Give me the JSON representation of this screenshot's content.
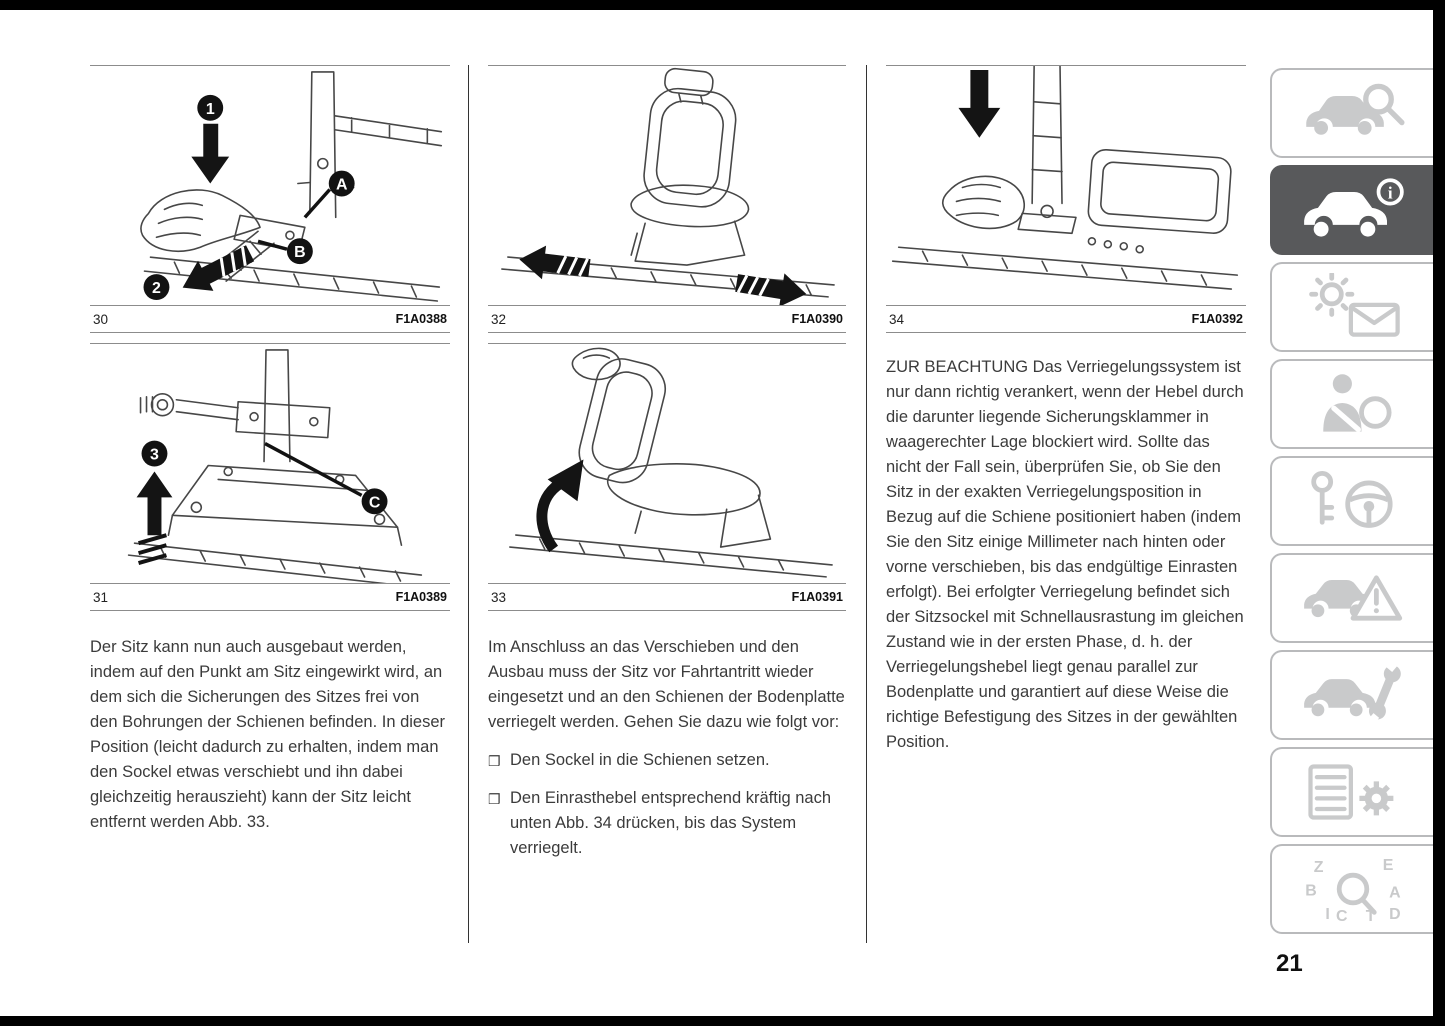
{
  "page_number": "21",
  "figures": {
    "fig30": {
      "number": "30",
      "code": "F1A0388",
      "callouts": {
        "n1": "1",
        "n2": "2",
        "a": "A",
        "b": "B"
      }
    },
    "fig31": {
      "number": "31",
      "code": "F1A0389",
      "callouts": {
        "n3": "3",
        "c": "C"
      }
    },
    "fig32": {
      "number": "32",
      "code": "F1A0390"
    },
    "fig33": {
      "number": "33",
      "code": "F1A0391"
    },
    "fig34": {
      "number": "34",
      "code": "F1A0392"
    }
  },
  "text": {
    "left_paragraph": "Der Sitz kann nun auch ausgebaut werden, indem auf den Punkt am Sitz eingewirkt wird, an dem sich die Sicherungen des Sitzes frei von den Bohrungen der Schienen befinden. In dieser Position (leicht dadurch zu erhalten, indem man den Sockel etwas verschiebt und ihn dabei gleichzeitig herauszieht) kann der Sitz leicht entfernt werden Abb. 33.",
    "middle_paragraph": "Im Anschluss an das Verschieben und den Ausbau muss der Sitz vor Fahrtantritt wieder eingesetzt und an den Schienen der Bodenplatte verriegelt werden. Gehen Sie dazu wie folgt vor:",
    "bullet_marker": "❒",
    "bullets": [
      "Den Sockel in die Schienen setzen.",
      "Den Einrasthebel entsprechend kräftig nach unten Abb. 34 drücken, bis das System verriegelt."
    ],
    "right_paragraph": "ZUR BEACHTUNG Das Verriegelungssystem ist nur dann richtig verankert, wenn der Hebel durch die darunter liegende Sicherungsklammer in waagerechter Lage blockiert wird. Sollte das nicht der Fall sein, überprüfen Sie, ob Sie den Sitz in der exakten Verriegelungsposition in Bezug auf die Schiene positioniert haben (indem Sie den Sitz einige Millimeter nach hinten oder vorne verschieben, bis das endgültige Einrasten erfolgt). Bei erfolgter Verriegelung befindet sich der Sitzsockel mit Schnellausrastung im gleichen Zustand wie in der ersten Phase, d. h. der Verriegelungshebel liegt genau parallel zur Bodenplatte und garantiert auf diese Weise die richtige Befestigung des Sitzes in der gewählten Position."
  },
  "sidebar": {
    "info_letter": "i",
    "index_letters": [
      "Z",
      "E",
      "B",
      "A",
      "I",
      "C",
      "T",
      "D"
    ],
    "tabs": [
      {
        "icon": "car-magnifier",
        "active": false
      },
      {
        "icon": "car-info",
        "active": true
      },
      {
        "icon": "warning-light-envelope",
        "active": false
      },
      {
        "icon": "person-airbag",
        "active": false
      },
      {
        "icon": "key-steering-wheel",
        "active": false
      },
      {
        "icon": "car-warning-triangle",
        "active": false
      },
      {
        "icon": "car-wrench",
        "active": false
      },
      {
        "icon": "list-gear",
        "active": false
      },
      {
        "icon": "alphabet-magnifier",
        "active": false
      }
    ]
  },
  "colors": {
    "active_tab": "#58595b",
    "icon_gray": "#c9cacb",
    "body_text": "#3b3b3b",
    "rule_line": "#8c8c8c",
    "frame": "#000000"
  }
}
